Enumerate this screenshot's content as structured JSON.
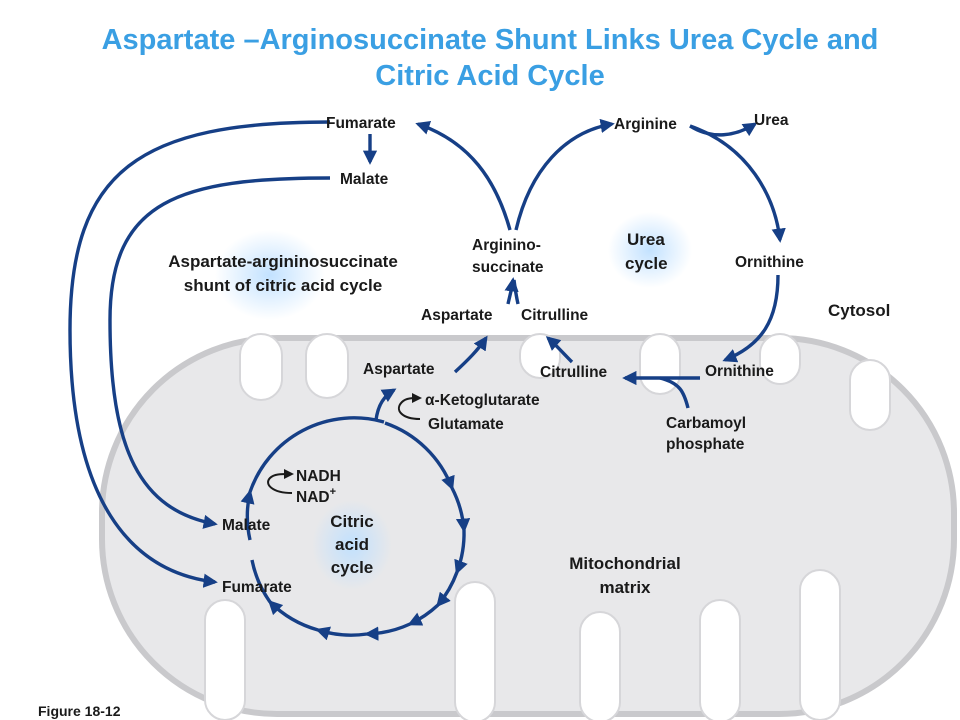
{
  "title": {
    "line1": "Aspartate –Arginosuccinate Shunt Links Urea Cycle and",
    "line2": "Citric Acid Cycle"
  },
  "colors": {
    "title": "#3a9fe3",
    "arrow": "#163f86",
    "mitochondrion_fill": "#e8e8ea",
    "mitochondrion_edge": "#c9c9cc",
    "glow": "#bfe0ff"
  },
  "labels": {
    "fumarate_top": "Fumarate",
    "malate_top": "Malate",
    "arginine": "Arginine",
    "urea": "Urea",
    "ornithine_top": "Ornithine",
    "argininosuccinate_1": "Arginino-",
    "argininosuccinate_2": "succinate",
    "urea_cycle_1": "Urea",
    "urea_cycle_2": "cycle",
    "shunt_1": "Aspartate-argininosuccinate",
    "shunt_2": "shunt of citric acid cycle",
    "aspartate_top": "Aspartate",
    "citrulline_top": "Citrulline",
    "cytosol": "Cytosol",
    "aspartate_mito": "Aspartate",
    "citrulline_mito": "Citrulline",
    "ornithine_mito": "Ornithine",
    "ketoglutarate": "α-Ketoglutarate",
    "glutamate": "Glutamate",
    "carbamoyl_1": "Carbamoyl",
    "carbamoyl_2": "phosphate",
    "nadh": "NADH",
    "nad": "NAD",
    "nad_sup": "+",
    "malate_mito": "Malate",
    "fumarate_mito": "Fumarate",
    "citric_cycle_1": "Citric",
    "citric_cycle_2": "acid",
    "citric_cycle_3": "cycle",
    "matrix_1": "Mitochondrial",
    "matrix_2": "matrix"
  },
  "figure_label": "Figure 18-12"
}
